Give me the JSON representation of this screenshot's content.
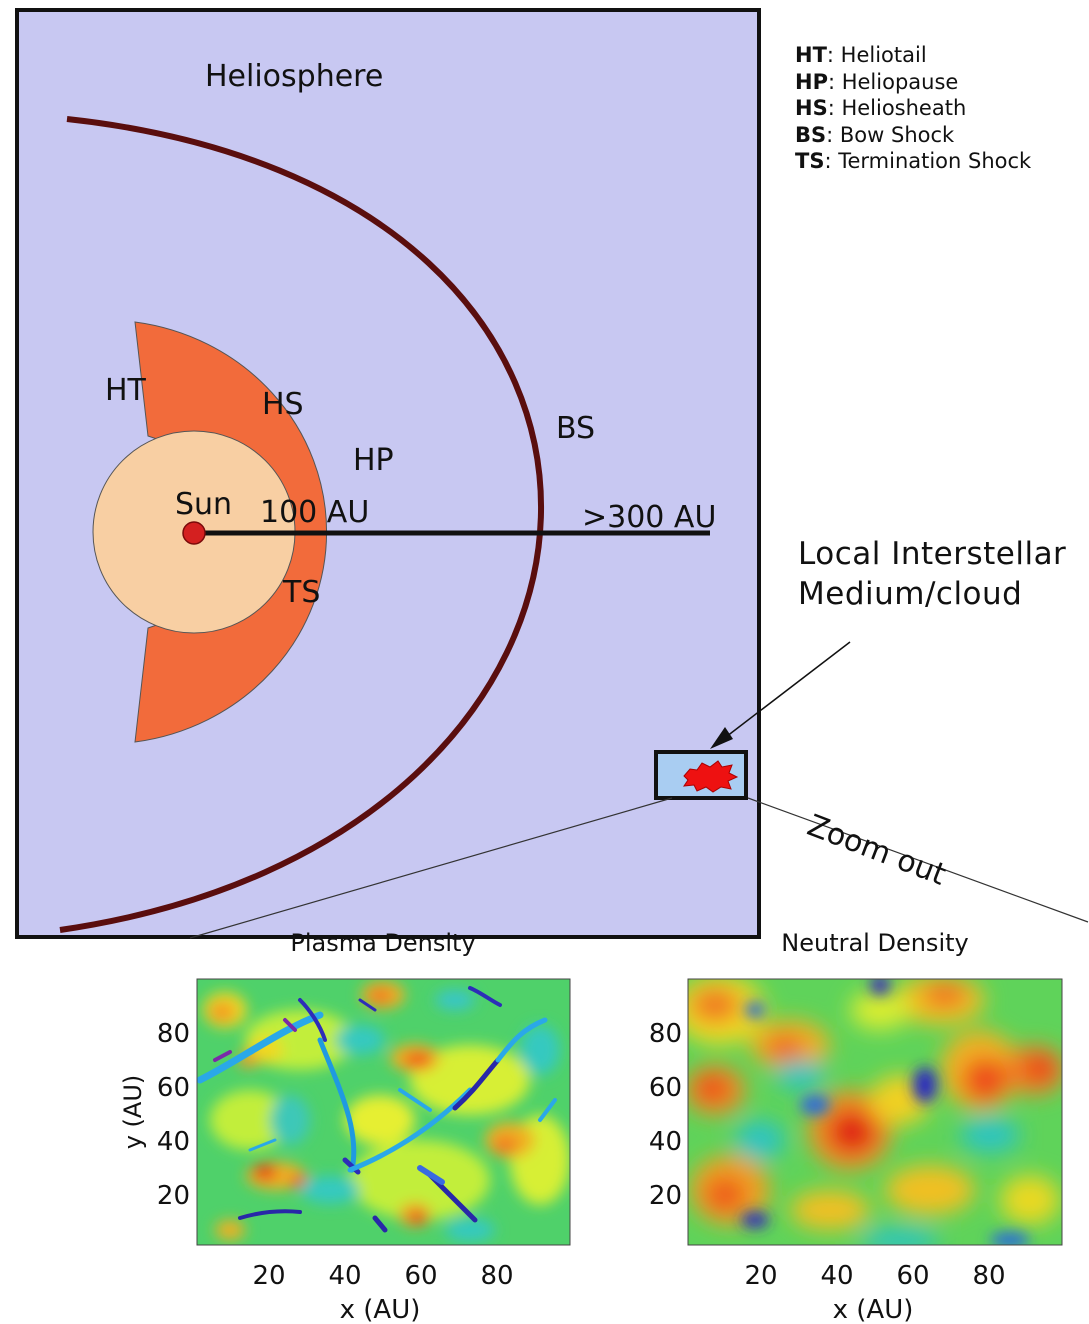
{
  "diagram": {
    "title": "Heliosphere",
    "labels": {
      "ht": "HT",
      "hs": "HS",
      "hp": "HP",
      "bs": "BS",
      "ts": "TS",
      "sun": "Sun",
      "dist_100": "100 AU",
      "dist_300": ">300 AU"
    },
    "legend": [
      {
        "abbr": "HT",
        "text": ": Heliotail"
      },
      {
        "abbr": "HP",
        "text": ": Heliopause"
      },
      {
        "abbr": "HS",
        "text": ": Heliosheath"
      },
      {
        "abbr": "BS",
        "text": ": Bow Shock"
      },
      {
        "abbr": "TS",
        "text": ": Termination Shock"
      }
    ],
    "lism_line1": "Local Interstellar",
    "lism_line2": "Medium/cloud",
    "zoom_label": "Zoom out",
    "colors": {
      "background": "#c8c8f2",
      "heliosheath": "#f26b3b",
      "inner": "#f8cfa3",
      "sun": "#d42020",
      "bow_shock": "#5a0e0e",
      "inset_fill": "#a9cdf2"
    }
  },
  "panels": [
    {
      "title": "Plasma Density",
      "xlabel": "x (AU)",
      "ylabel": "y (AU)",
      "xticks": [
        "20",
        "40",
        "60",
        "80"
      ],
      "yticks": [
        "80",
        "60",
        "40",
        "20"
      ]
    },
    {
      "title": "Neutral Density",
      "xlabel": "x (AU)",
      "ylabel": "",
      "xticks": [
        "20",
        "40",
        "60",
        "80"
      ],
      "yticks": [
        "80",
        "60",
        "40",
        "20"
      ]
    }
  ]
}
